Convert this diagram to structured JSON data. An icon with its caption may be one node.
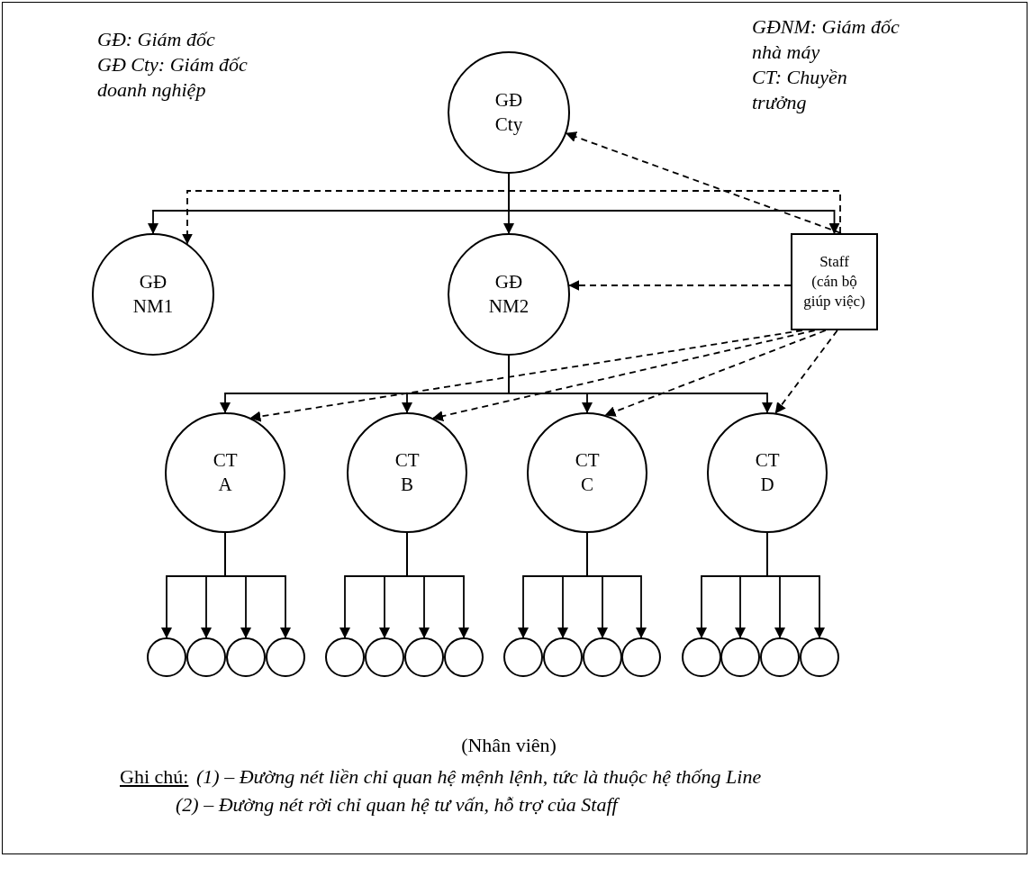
{
  "diagram": {
    "nodes": [
      {
        "text": [
          "GĐ Cty"
        ]
      },
      {
        "text": [
          "GĐ NM1"
        ]
      },
      {
        "text": [
          "GĐ NM2"
        ]
      },
      {
        "text": [
          "Staff (cán bộ giúp việc)"
        ]
      },
      {
        "text": [
          "CT A"
        ]
      },
      {
        "text": [
          "CT B"
        ]
      },
      {
        "text": [
          "CT C"
        ]
      },
      {
        "text": [
          "CT D"
        ]
      },
      {
        "text": [],
        "shape": "circle"
      },
      {
        "text": [],
        "shape": "circle"
      },
      {
        "text": [],
        "shape": "circle"
      },
      {
        "text": [],
        "shape": "circle"
      },
      {
        "text": [],
        "shape": "circle"
      },
      {
        "text": [],
        "shape": "circle"
      },
      {
        "text": [],
        "shape": "circle"
      },
      {
        "text": [],
        "shape": "circle"
      },
      {
        "text": [],
        "shape": "circle"
      },
      {
        "text": [],
        "shape": "circle"
      },
      {
        "text": [],
        "shape": "circle"
      },
      {
        "text": [],
        "shape": "circle"
      },
      {
        "text": [],
        "shape": "circle"
      },
      {
        "text": [],
        "shape": "circle"
      },
      {
        "text": [],
        "shape": "circle"
      },
      {
        "text": [],
        "shape": "circle"
      }
    ],
    "edges": [
      {
        "from": 0,
        "to": 1,
        "arrow": "to"
      },
      {
        "from": 0,
        "to": 2,
        "arrow": "to"
      },
      {
        "from": 0,
        "to": 3,
        "arrow": "to"
      },
      {
        "from": 3,
        "to": 0,
        "arrow": "to",
        "style": "dashed"
      },
      {
        "from": 3,
        "to": 1,
        "arrow": "to",
        "style": "dashed"
      },
      {
        "from": 3,
        "to": 2,
        "arrow": "to",
        "style": "dashed"
      },
      {
        "from": 2,
        "to": 4,
        "arrow": "to"
      },
      {
        "from": 2,
        "to": 5,
        "arrow": "to"
      },
      {
        "from": 2,
        "to": 6,
        "arrow": "to"
      },
      {
        "from": 2,
        "to": 7,
        "arrow": "to"
      },
      {
        "from": 3,
        "to": 4,
        "arrow": "to",
        "style": "dashed"
      },
      {
        "from": 3,
        "to": 5,
        "arrow": "to",
        "style": "dashed"
      },
      {
        "from": 3,
        "to": 6,
        "arrow": "to",
        "style": "dashed"
      },
      {
        "from": 3,
        "to": 7,
        "arrow": "to",
        "style": "dashed"
      },
      {
        "from": 4,
        "to": 8,
        "arrow": "to"
      },
      {
        "from": 4,
        "to": 9,
        "arrow": "to"
      },
      {
        "from": 4,
        "to": 10,
        "arrow": "to"
      },
      {
        "from": 4,
        "to": 11,
        "arrow": "to"
      },
      {
        "from": 5,
        "to": 12,
        "arrow": "to"
      },
      {
        "from": 5,
        "to": 13,
        "arrow": "to"
      },
      {
        "from": 5,
        "to": 14,
        "arrow": "to"
      },
      {
        "from": 5,
        "to": 15,
        "arrow": "to"
      },
      {
        "from": 6,
        "to": 16,
        "arrow": "to"
      },
      {
        "from": 6,
        "to": 17,
        "arrow": "to"
      },
      {
        "from": 6,
        "to": 18,
        "arrow": "to"
      },
      {
        "from": 6,
        "to": 19,
        "arrow": "to"
      },
      {
        "from": 7,
        "to": 20,
        "arrow": "to"
      },
      {
        "from": 7,
        "to": 21,
        "arrow": "to"
      },
      {
        "from": 7,
        "to": 22,
        "arrow": "to"
      },
      {
        "from": 7,
        "to": 23,
        "arrow": "to"
      }
    ],
    "labels": [
      "GĐ: Giám đốc",
      "GĐ Cty: Giám đốc doanh nghiệp",
      "GĐNM: Giám đốc nhà máy",
      "CT: Chuyền trưởng",
      "(Nhân viên)",
      "Ghi chú:",
      "(1) – Đường nét liền chỉ quan hệ mệnh lệnh, tức là thuộc hệ thống Line",
      "(2) – Đường nét rời chỉ quan hệ tư vấn, hỗ trợ của Staff"
    ]
  }
}
